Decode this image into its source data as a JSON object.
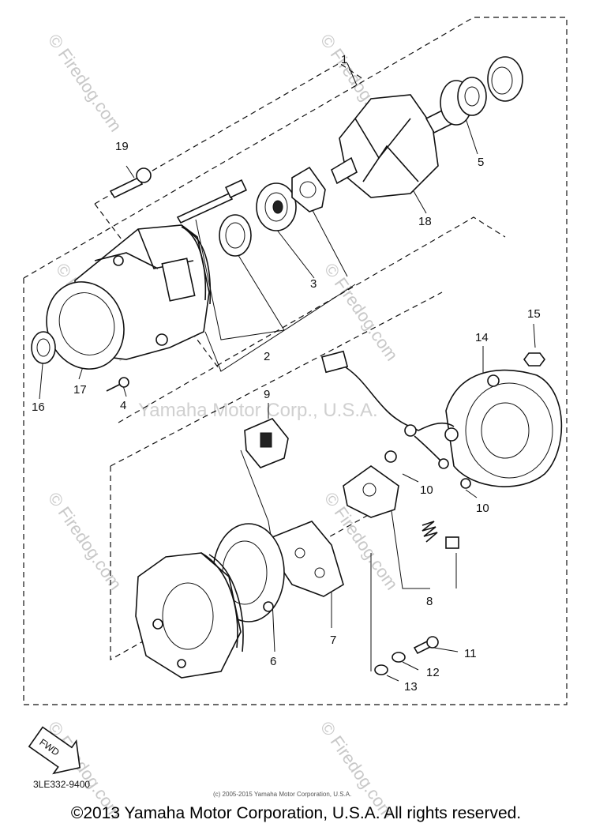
{
  "callouts": {
    "c1": "1",
    "c2": "2",
    "c3": "3",
    "c4": "4",
    "c5": "5",
    "c6": "6",
    "c7": "7",
    "c8": "8",
    "c9": "9",
    "c10a": "10",
    "c10b": "10",
    "c11": "11",
    "c12": "12",
    "c13": "13",
    "c14": "14",
    "c15": "15",
    "c16": "16",
    "c17": "17",
    "c18": "18",
    "c19": "19"
  },
  "fwd_label": "FWD",
  "diagram_code": "3LE332-9400",
  "watermark_main": "Yamaha Motor Corp., U.S.A.",
  "watermark_site": "© Firedog.com",
  "small_copyright": "(c) 2005-2015 Yamaha Motor Corporation, U.S.A.",
  "footer_copyright": "©2013 Yamaha Motor Corporation, U.S.A. All rights reserved."
}
